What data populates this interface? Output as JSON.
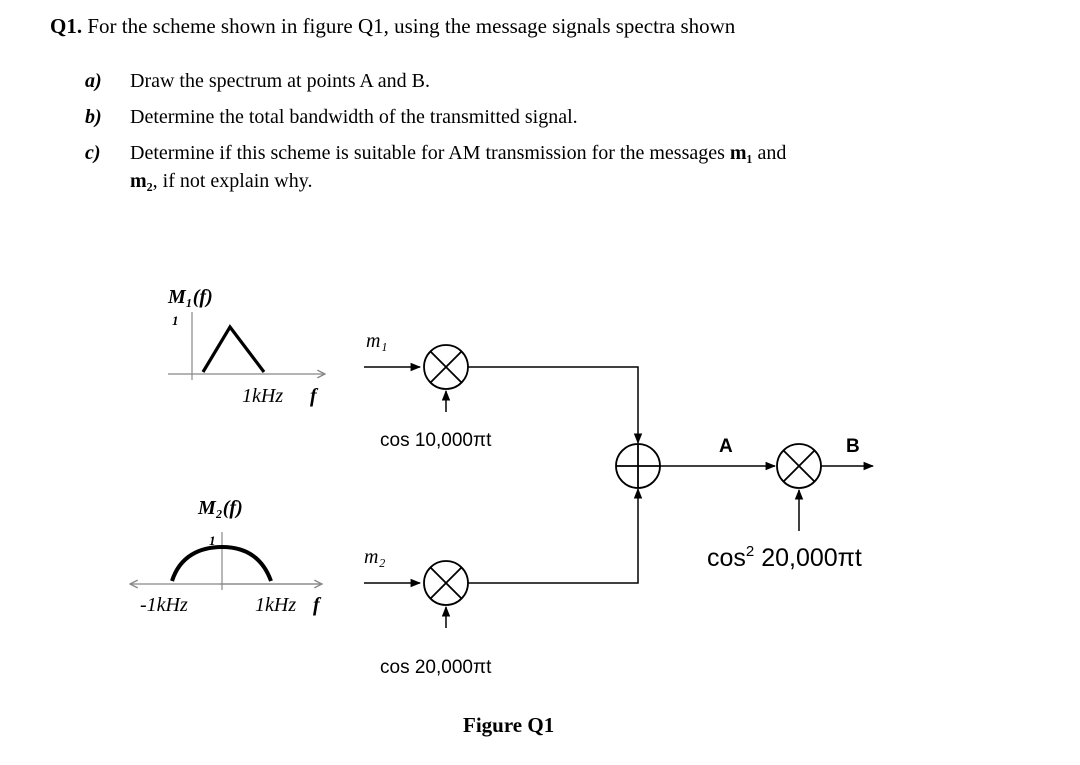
{
  "question": {
    "number": "Q1.",
    "text": "For the scheme shown in figure Q1, using the message signals spectra shown"
  },
  "parts": [
    {
      "letter": "a)",
      "text": "Draw the spectrum at points A and B."
    },
    {
      "letter": "b)",
      "text": "Determine the total bandwidth of the transmitted signal."
    },
    {
      "letter": "c)",
      "text_before": "Determine if this scheme is suitable for AM transmission for the messages ",
      "m1": "m₁",
      "and": " and",
      "m2": "m₂",
      "text_after": ", if not explain why."
    }
  ],
  "diagram": {
    "spectrum1": {
      "title": "M₁(f)",
      "peak": "1",
      "freq_label": "1kHz",
      "axis_label": "f"
    },
    "spectrum2": {
      "title": "M₂(f)",
      "peak": "1",
      "neg_freq_label": "-1kHz",
      "freq_label": "1kHz",
      "axis_label": "f"
    },
    "inputs": {
      "m1": "m₁",
      "m2": "m₂"
    },
    "carriers": {
      "c1": "cos 10,000πt",
      "c2": "cos 20,000πt",
      "c3_base": "cos",
      "c3_sup": "2",
      "c3_rest": " 20,000πt"
    },
    "points": {
      "a": "A",
      "b": "B"
    },
    "caption": "Figure Q1"
  }
}
